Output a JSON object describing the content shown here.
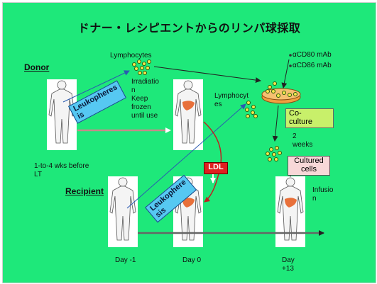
{
  "title": "ドナー・レシピエントからのリンパ球採取",
  "labels": {
    "donor": "Donor",
    "recipient": "Recipient",
    "lymphocytes_top": "Lymphocytes",
    "irradiation_keep": "Irradiatio\nn\nKeep\nfrozen\nuntil use",
    "lymphocytes_right": "Lymphocyt\nes",
    "cd80": "αCD80 mAb",
    "cd86": "αCD86 mAb",
    "co_culture": "Co-\nculture",
    "two_weeks": "2\nweeks",
    "cultured_cells": "Cultured\ncells",
    "infusion": "Infusio\nn",
    "ldl": "LDL",
    "leukopheresis_1": "Leukopheres\nis",
    "leukopheresis_2": "Leukophere\nsis",
    "before_lt": "1-to-4 wks before\nLT",
    "day_m1": "Day -1",
    "day_0": "Day 0",
    "day_13": "Day\n+13"
  },
  "colors": {
    "background": "#1ee87a",
    "leuko_box": "#56c8f2",
    "co_culture_box": "#c8f06a",
    "cultured_box": "#f8d8d8",
    "ldl_box": "#e02020",
    "liver": "#e8703a",
    "cells": "#f4e84a",
    "dish": "#f0a040"
  }
}
